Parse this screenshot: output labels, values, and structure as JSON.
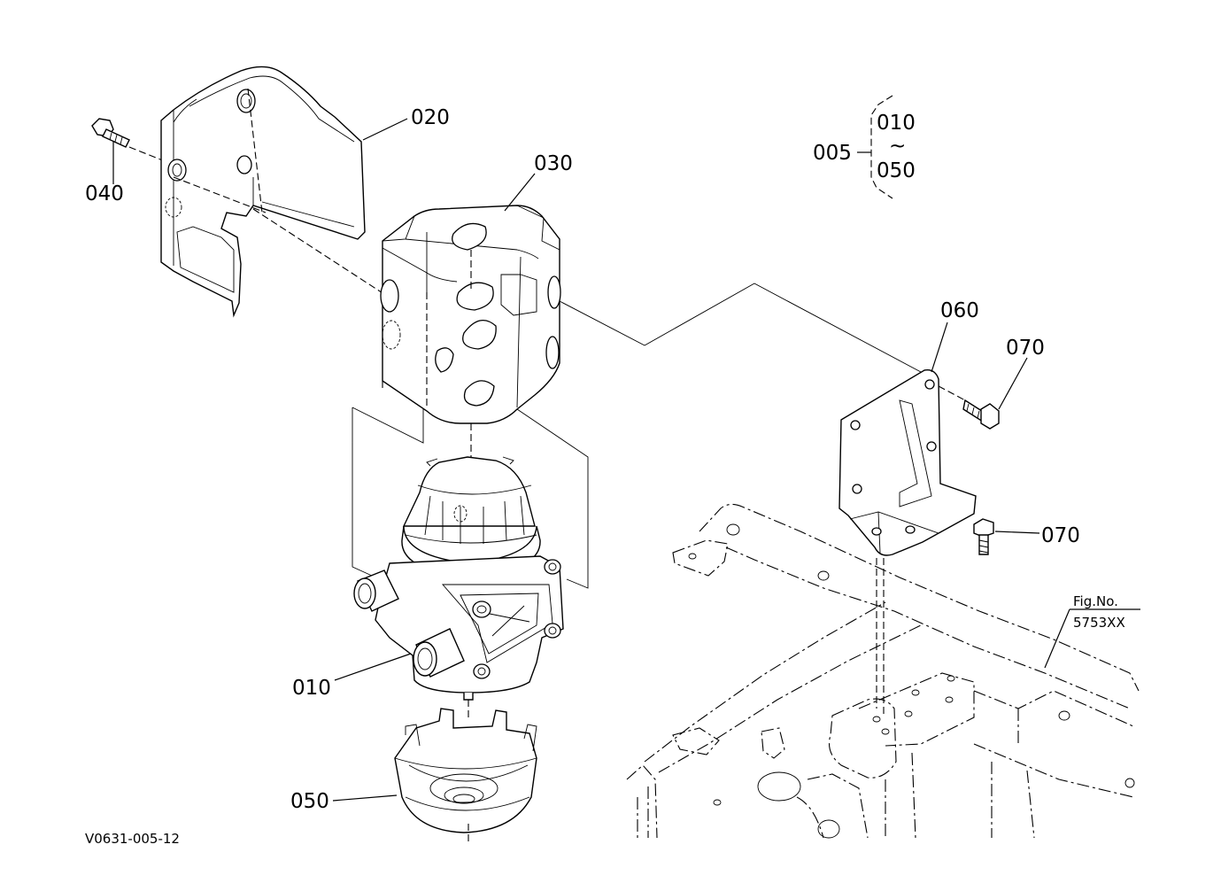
{
  "diagram": {
    "drawing_code": "V0631-005-12",
    "callouts": {
      "p010": "010",
      "p020": "020",
      "p030": "030",
      "p040": "040",
      "p050": "050",
      "p060": "060",
      "p070_top": "070",
      "p070_bottom": "070"
    },
    "assembly": {
      "label": "005",
      "range_start": "010",
      "range_mark": "~",
      "range_end": "050"
    },
    "figure_ref": {
      "line1": "Fig.No.",
      "line2": "5753XX"
    }
  }
}
